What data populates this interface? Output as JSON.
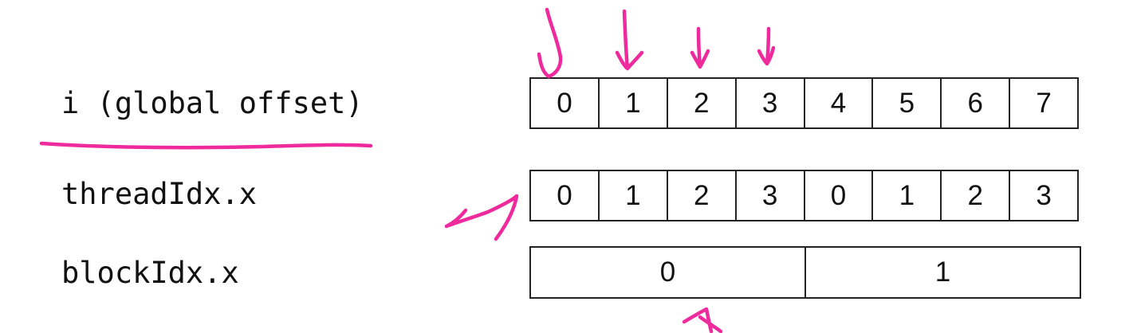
{
  "labels": {
    "global_offset": "i (global offset)",
    "thread_idx": "threadIdx.x",
    "block_idx": "blockIdx.x"
  },
  "rows": {
    "global_offset": [
      "0",
      "1",
      "2",
      "3",
      "4",
      "5",
      "6",
      "7"
    ],
    "thread_idx": [
      "0",
      "1",
      "2",
      "3",
      "0",
      "1",
      "2",
      "3"
    ],
    "block_idx": [
      "0",
      "1"
    ]
  },
  "colors": {
    "ink": "#ee2a9c",
    "grid": "#222222",
    "text": "#111111"
  }
}
